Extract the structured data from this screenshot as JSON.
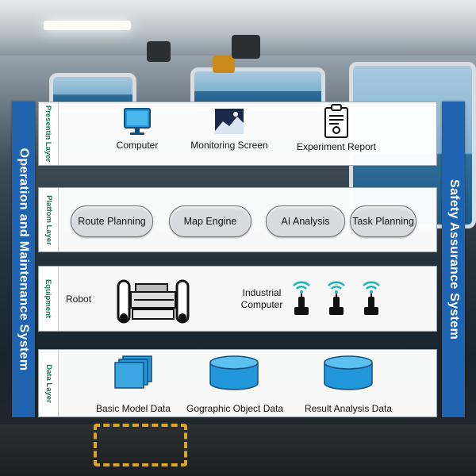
{
  "side_panels": {
    "left": "Operation and Maintenance System",
    "right": "Safety Assurance System"
  },
  "layers": {
    "presentation": {
      "label": "Presentin Layer",
      "items": [
        {
          "label": "Computer",
          "icon": "monitor-icon"
        },
        {
          "label": "Monitoring Screen",
          "icon": "screen-icon"
        },
        {
          "label": "Experiment Report",
          "icon": "report-icon"
        }
      ]
    },
    "platform": {
      "label": "Platfom Layer",
      "items": [
        {
          "label": "Route Planning"
        },
        {
          "label": "Map Engine"
        },
        {
          "label": "AI Analysis"
        },
        {
          "label": "Task Planning"
        }
      ]
    },
    "equipment": {
      "label": "Equipment",
      "robot": "Robot",
      "industrial_computer": "Industrial Computer",
      "sensor_count": 3
    },
    "data": {
      "label": "Data Layer",
      "items": [
        {
          "label": "Basic Model Data",
          "icon": "stacked-documents-icon"
        },
        {
          "label": "Gographic Object Data",
          "icon": "database-icon"
        },
        {
          "label": "Result Analysis Data",
          "icon": "database-icon"
        }
      ]
    }
  },
  "colors": {
    "side_bar": "#1e64b0",
    "icon_blue": "#2196d9",
    "layer_label": "#1d7a4e"
  }
}
